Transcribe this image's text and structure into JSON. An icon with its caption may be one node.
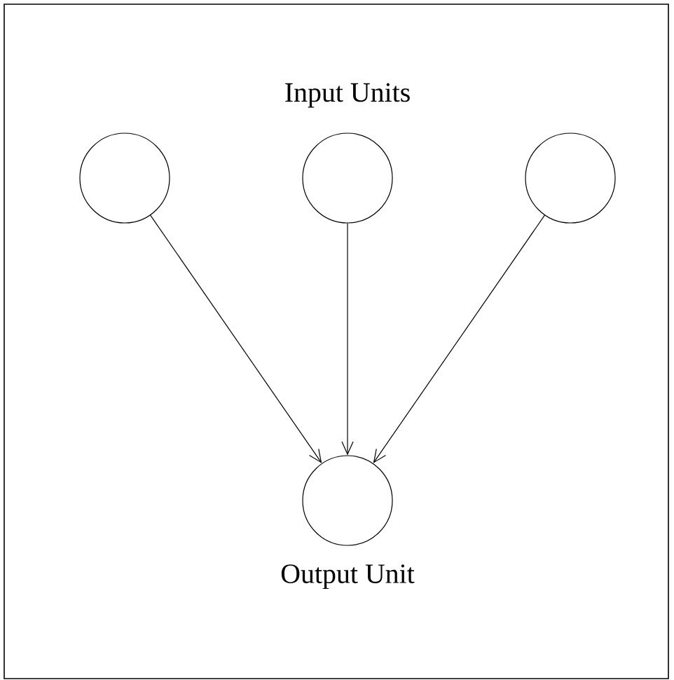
{
  "diagram": {
    "nodes": [
      {
        "text": [],
        "shape": "circle"
      },
      {
        "text": [],
        "shape": "circle"
      },
      {
        "text": [],
        "shape": "circle"
      },
      {
        "text": [],
        "shape": "circle",
        "beside": [
          "Output Unit"
        ]
      }
    ],
    "edges": [
      {
        "from": 0,
        "to": 3,
        "arrow": "to"
      },
      {
        "from": 1,
        "to": 3,
        "arrow": "to"
      },
      {
        "from": 2,
        "to": 3,
        "arrow": "to"
      }
    ],
    "labels": [
      "Input Units"
    ]
  }
}
